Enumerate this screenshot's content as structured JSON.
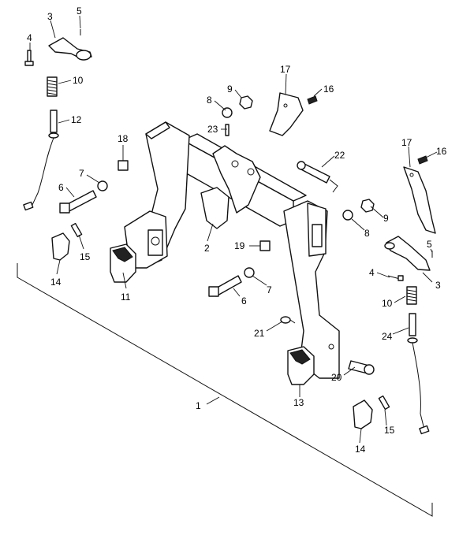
{
  "callouts": {
    "c1": "1",
    "c2": "2",
    "c3a": "3",
    "c3b": "3",
    "c4a": "4",
    "c4b": "4",
    "c5a": "5",
    "c5b": "5",
    "c6a": "6",
    "c6b": "6",
    "c7a": "7",
    "c7b": "7",
    "c8a": "8",
    "c8b": "8",
    "c9a": "9",
    "c9b": "9",
    "c10a": "10",
    "c10b": "10",
    "c11": "11",
    "c12": "12",
    "c13": "13",
    "c14a": "14",
    "c14b": "14",
    "c15a": "15",
    "c15b": "15",
    "c16a": "16",
    "c16b": "16",
    "c17a": "17",
    "c17b": "17",
    "c18": "18",
    "c19": "19",
    "c20": "20",
    "c21": "21",
    "c22": "22",
    "c23": "23",
    "c24": "24"
  }
}
